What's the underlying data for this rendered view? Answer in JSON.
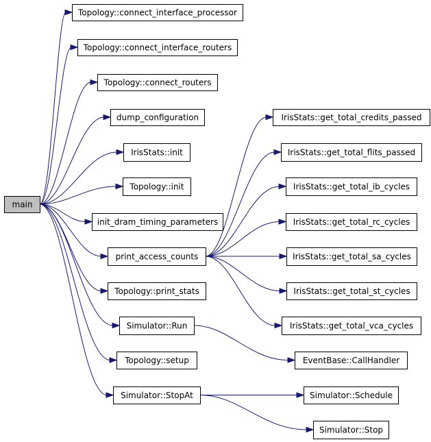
{
  "graph": {
    "nodes": [
      {
        "id": "main",
        "label": "main",
        "root": true
      },
      {
        "id": "cip",
        "label": "Topology::connect_interface_processor"
      },
      {
        "id": "cir",
        "label": "Topology::connect_interface_routers"
      },
      {
        "id": "cr",
        "label": "Topology::connect_routers"
      },
      {
        "id": "dump",
        "label": "dump_configuration"
      },
      {
        "id": "isinit",
        "label": "IrisStats::init"
      },
      {
        "id": "tinit",
        "label": "Topology::init"
      },
      {
        "id": "idram",
        "label": "init_dram_timing_parameters"
      },
      {
        "id": "pac",
        "label": "print_access_counts"
      },
      {
        "id": "tps",
        "label": "Topology::print_stats"
      },
      {
        "id": "srun",
        "label": "Simulator::Run"
      },
      {
        "id": "tsetup",
        "label": "Topology::setup"
      },
      {
        "id": "sstopat",
        "label": "Simulator::StopAt"
      },
      {
        "id": "g_credits",
        "label": "IrisStats::get_total_credits_passed"
      },
      {
        "id": "g_flits",
        "label": "IrisStats::get_total_flits_passed"
      },
      {
        "id": "g_ib",
        "label": "IrisStats::get_total_ib_cycles"
      },
      {
        "id": "g_rc",
        "label": "IrisStats::get_total_rc_cycles"
      },
      {
        "id": "g_sa",
        "label": "IrisStats::get_total_sa_cycles"
      },
      {
        "id": "g_st",
        "label": "IrisStats::get_total_st_cycles"
      },
      {
        "id": "g_vca",
        "label": "IrisStats::get_total_vca_cycles"
      },
      {
        "id": "ebch",
        "label": "EventBase::CallHandler"
      },
      {
        "id": "ssched",
        "label": "Simulator::Schedule"
      },
      {
        "id": "sstop",
        "label": "Simulator::Stop"
      }
    ],
    "edges": [
      [
        "main",
        "cip"
      ],
      [
        "main",
        "cir"
      ],
      [
        "main",
        "cr"
      ],
      [
        "main",
        "dump"
      ],
      [
        "main",
        "isinit"
      ],
      [
        "main",
        "tinit"
      ],
      [
        "main",
        "idram"
      ],
      [
        "main",
        "pac"
      ],
      [
        "main",
        "tps"
      ],
      [
        "main",
        "srun"
      ],
      [
        "main",
        "tsetup"
      ],
      [
        "main",
        "sstopat"
      ],
      [
        "pac",
        "g_credits"
      ],
      [
        "pac",
        "g_flits"
      ],
      [
        "pac",
        "g_ib"
      ],
      [
        "pac",
        "g_rc"
      ],
      [
        "pac",
        "g_sa"
      ],
      [
        "pac",
        "g_st"
      ],
      [
        "pac",
        "g_vca"
      ],
      [
        "srun",
        "ebch"
      ],
      [
        "sstopat",
        "ssched"
      ],
      [
        "sstopat",
        "sstop"
      ]
    ]
  }
}
